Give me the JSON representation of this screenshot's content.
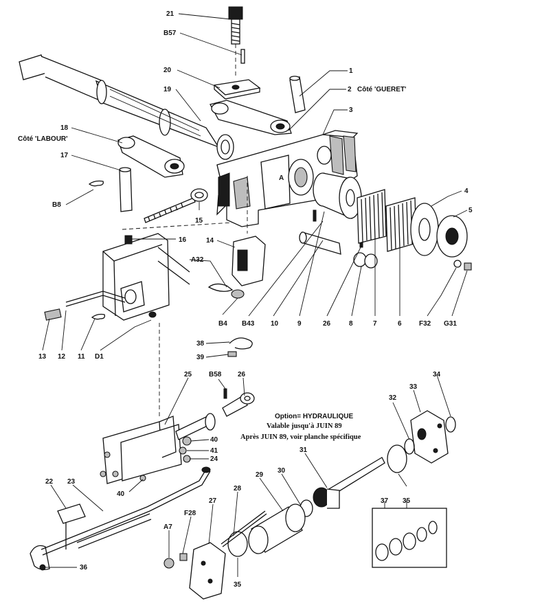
{
  "labels": {
    "p21": "21",
    "pB57": "B57",
    "p20": "20",
    "p19": "19",
    "p1": "1",
    "p2": "2",
    "p2_side": "Côté 'GUERET'",
    "p3": "3",
    "p18": "18",
    "p18_side": "Côté 'LABOUR'",
    "p17": "17",
    "pB8": "B8",
    "p15": "15",
    "p16": "16",
    "p14": "14",
    "pA32": "A32",
    "p4": "4",
    "p5": "5",
    "p13": "13",
    "p12": "12",
    "p11": "11",
    "pD1": "D1",
    "pB4": "B4",
    "pB43": "B43",
    "p10": "10",
    "p9": "9",
    "p26a": "26",
    "p8": "8",
    "p7": "7",
    "p6": "6",
    "pF32": "F32",
    "pG31": "G31",
    "p38": "38",
    "p39": "39",
    "p25": "25",
    "pB58": "B58",
    "p26b": "26",
    "p34": "34",
    "p33": "33",
    "p32": "32",
    "p40a": "40",
    "p41": "41",
    "p24": "24",
    "p31": "31",
    "p40b": "40",
    "p22": "22",
    "p23": "23",
    "p30": "30",
    "p29": "29",
    "p28": "28",
    "p27": "27",
    "pF28": "F28",
    "pA7": "A7",
    "p35a": "35",
    "p37": "37",
    "p36": "36",
    "p35b": "35"
  },
  "option_note": {
    "line1": "Option= HYDRAULIQUE",
    "line2": "Valable jusqu'à JUIN 89",
    "line3": "Après JUIN 89, voir planche spécifique"
  },
  "casting_letter": "A"
}
